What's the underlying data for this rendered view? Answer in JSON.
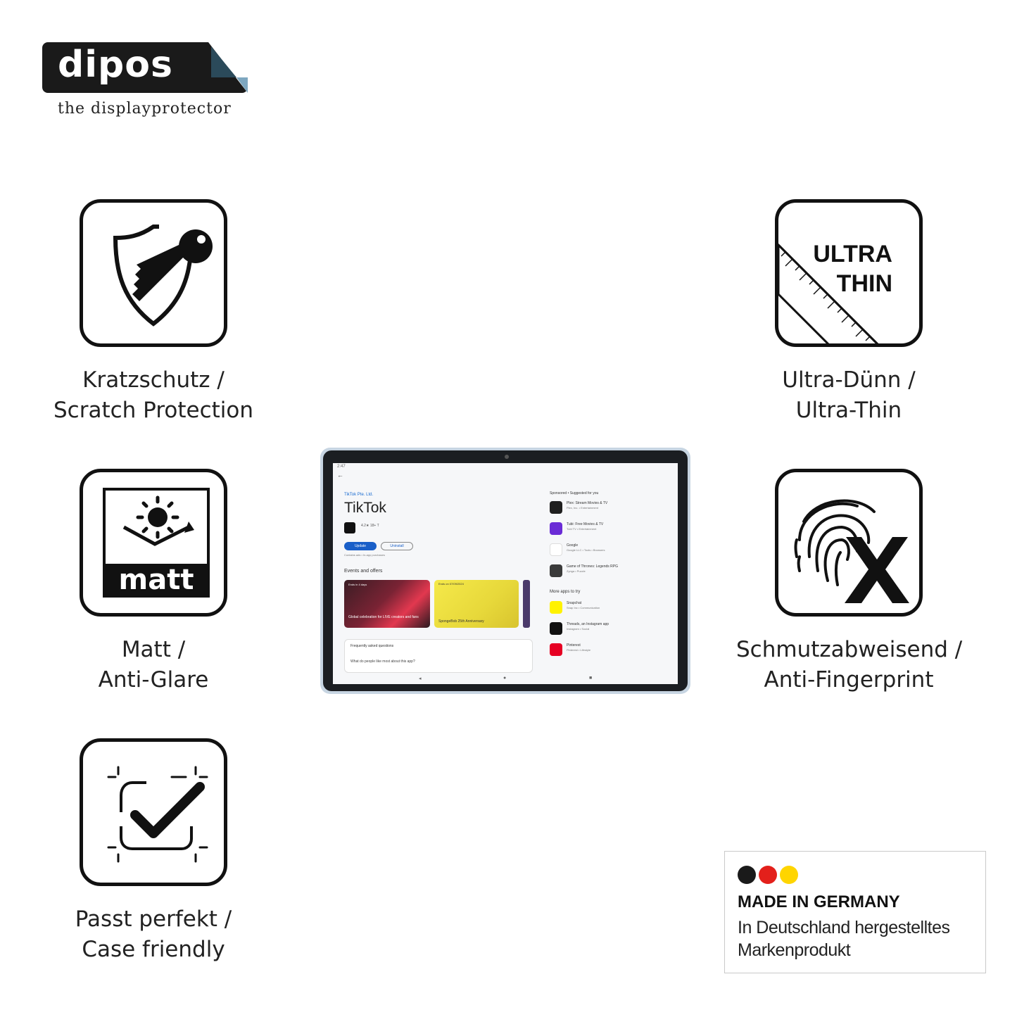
{
  "brand": {
    "logo_text": "dipos",
    "tagline": "the displayprotector"
  },
  "features": {
    "scratch": {
      "icon": "shield-key-icon",
      "line1": "Kratzschutz /",
      "line2": "Scratch Protection"
    },
    "ultra_thin": {
      "icon": "ruler-ultra-thin-icon",
      "tile_line1": "ULTRA",
      "tile_line2": "THIN",
      "line1": "Ultra-Dünn /",
      "line2": "Ultra-Thin"
    },
    "matt": {
      "icon": "sun-reflection-icon",
      "tile_label": "matt",
      "line1": "Matt /",
      "line2": "Anti-Glare"
    },
    "fingerprint": {
      "icon": "fingerprint-x-icon",
      "line1": "Schmutzabweisend /",
      "line2": "Anti-Fingerprint"
    },
    "case": {
      "icon": "checkmark-frame-icon",
      "line1": "Passt perfekt /",
      "line2": "Case friendly"
    }
  },
  "tablet_screen": {
    "status_time": "2:47",
    "publisher": "TikTok Pte. Ltd.",
    "app_title": "TikTok",
    "meta": "4.2★   18+   T",
    "update_label": "Update",
    "uninstall_label": "Uninstall",
    "contains": "Contains ads • In-app purchases",
    "events_title": "Events and offers",
    "card1_top": "Ends in 4 days",
    "card1_text": "Global celebration for LIVE creators and fans",
    "card2_top": "Ends on 07/09/2024",
    "card2_text": "SpongeBob 25th Anniversary",
    "faq_title": "Frequently asked questions",
    "faq_question": "What do people like most about this app?",
    "suggested_header": "Sponsored • Suggested for you",
    "suggested": [
      {
        "name": "Plex: Stream Movies & TV",
        "sub": "Plex, Inc. • Entertainment",
        "color": "#1f1f1f"
      },
      {
        "name": "Tubi: Free Movies & TV",
        "sub": "Tubi TV • Entertainment",
        "color": "#6a2bd6"
      },
      {
        "name": "Google",
        "sub": "Google LLC • Tools • Browsers",
        "color": "#ffffff"
      },
      {
        "name": "Game of Thrones: Legends RPG",
        "sub": "Zynga • Puzzle",
        "color": "#3a3a3a"
      }
    ],
    "more_header": "More apps to try",
    "more": [
      {
        "name": "Snapchat",
        "sub": "Snap Inc • Communication",
        "color": "#fff200"
      },
      {
        "name": "Threads, an Instagram app",
        "sub": "Instagram • Social",
        "color": "#111111"
      },
      {
        "name": "Pinterest",
        "sub": "Pinterest • Lifestyle",
        "color": "#e60023"
      }
    ]
  },
  "made_in_germany": {
    "title": "MADE IN GERMANY",
    "line1": "In Deutschland hergestelltes",
    "line2": "Markenprodukt",
    "flag_colors": [
      "#1a1a1a",
      "#e3201b",
      "#ffd500"
    ]
  }
}
